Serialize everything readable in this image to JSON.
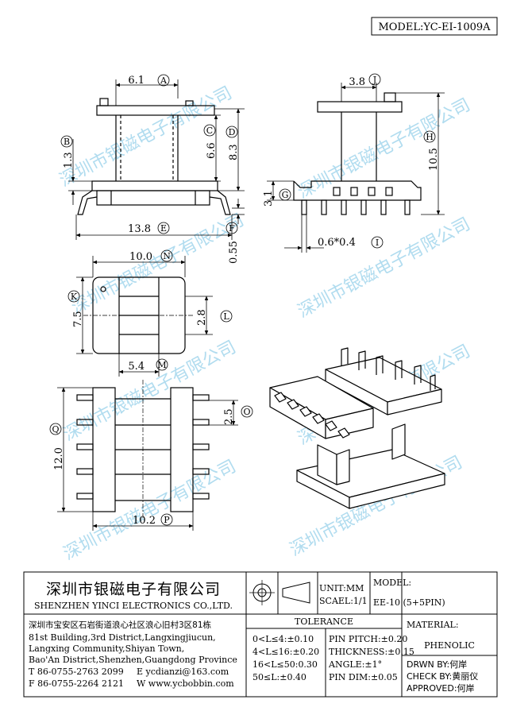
{
  "model_label": "MODEL:YC-EI-1009A",
  "watermark": "深圳市银磁电子有限公司",
  "dimensions": {
    "A": {
      "value": "6.1",
      "letter": "A"
    },
    "B": {
      "value": "1.3",
      "letter": "B"
    },
    "C": {
      "value": "6.6",
      "letter": "C"
    },
    "D": {
      "value": "8.3",
      "letter": "D"
    },
    "E": {
      "value": "13.8",
      "letter": "E"
    },
    "F": {
      "value": "0.55",
      "letter": "F"
    },
    "G": {
      "value": "3.1",
      "letter": "G"
    },
    "H": {
      "value": "10.5",
      "letter": "H"
    },
    "I": {
      "value": "0.6*0.4",
      "letter": "I"
    },
    "J": {
      "value": "3.8",
      "letter": "J"
    },
    "K": {
      "value": "7.5",
      "letter": "K"
    },
    "L": {
      "value": "2.8",
      "letter": "L"
    },
    "M": {
      "value": "5.4",
      "letter": "M"
    },
    "N": {
      "value": "10.0",
      "letter": "N"
    },
    "O": {
      "value": "2.5",
      "letter": "O"
    },
    "P": {
      "value": "10.2",
      "letter": "P"
    },
    "Q": {
      "value": "12.0",
      "letter": "Q"
    }
  },
  "title_block": {
    "company_cn": "深圳市银磁电子有限公司",
    "company_en": "SHENZHEN YINCI ELECTRONICS CO.,LTD.",
    "address_cn": "深圳市宝安区石岩街道浪心社区浪心旧村3区81栋",
    "address_en": [
      "81st Building,3rd District,Langxingjiucun,",
      "Langxing Community,Shiyan Town,",
      "Bao'An District,Shenzhen,Guangdong Province"
    ],
    "tel": "T 86-0755-2763 2099",
    "fax": "F 86-0755-2264 2121",
    "email": "E ycdianzi@163.com",
    "web": "W www.ycbobbin.com",
    "unit": "UNIT:MM",
    "scale": "SCAEL:1/1",
    "model_title": "MODEL:",
    "model_value": "EE-10 (5+5PIN)",
    "tolerance_title": "TOLERANCE",
    "tolerance": [
      "0<L≤4:±0.10",
      "4<L≤16:±0.20",
      "16<L≤50:0.30",
      "50≤L:±0.40"
    ],
    "pin_spec": [
      "PIN PITCH:±0.20",
      "THICKNESS:±0.15",
      "ANGLE:±1°",
      "PIN DIM:±0.05"
    ],
    "material_title": "MATERIAL:",
    "material_value": "PHENOLIC",
    "drawn_by": "DRWN BY:何岸",
    "check_by": "CHECK BY:黄丽仪",
    "approved": "APPROVED:何岸"
  }
}
